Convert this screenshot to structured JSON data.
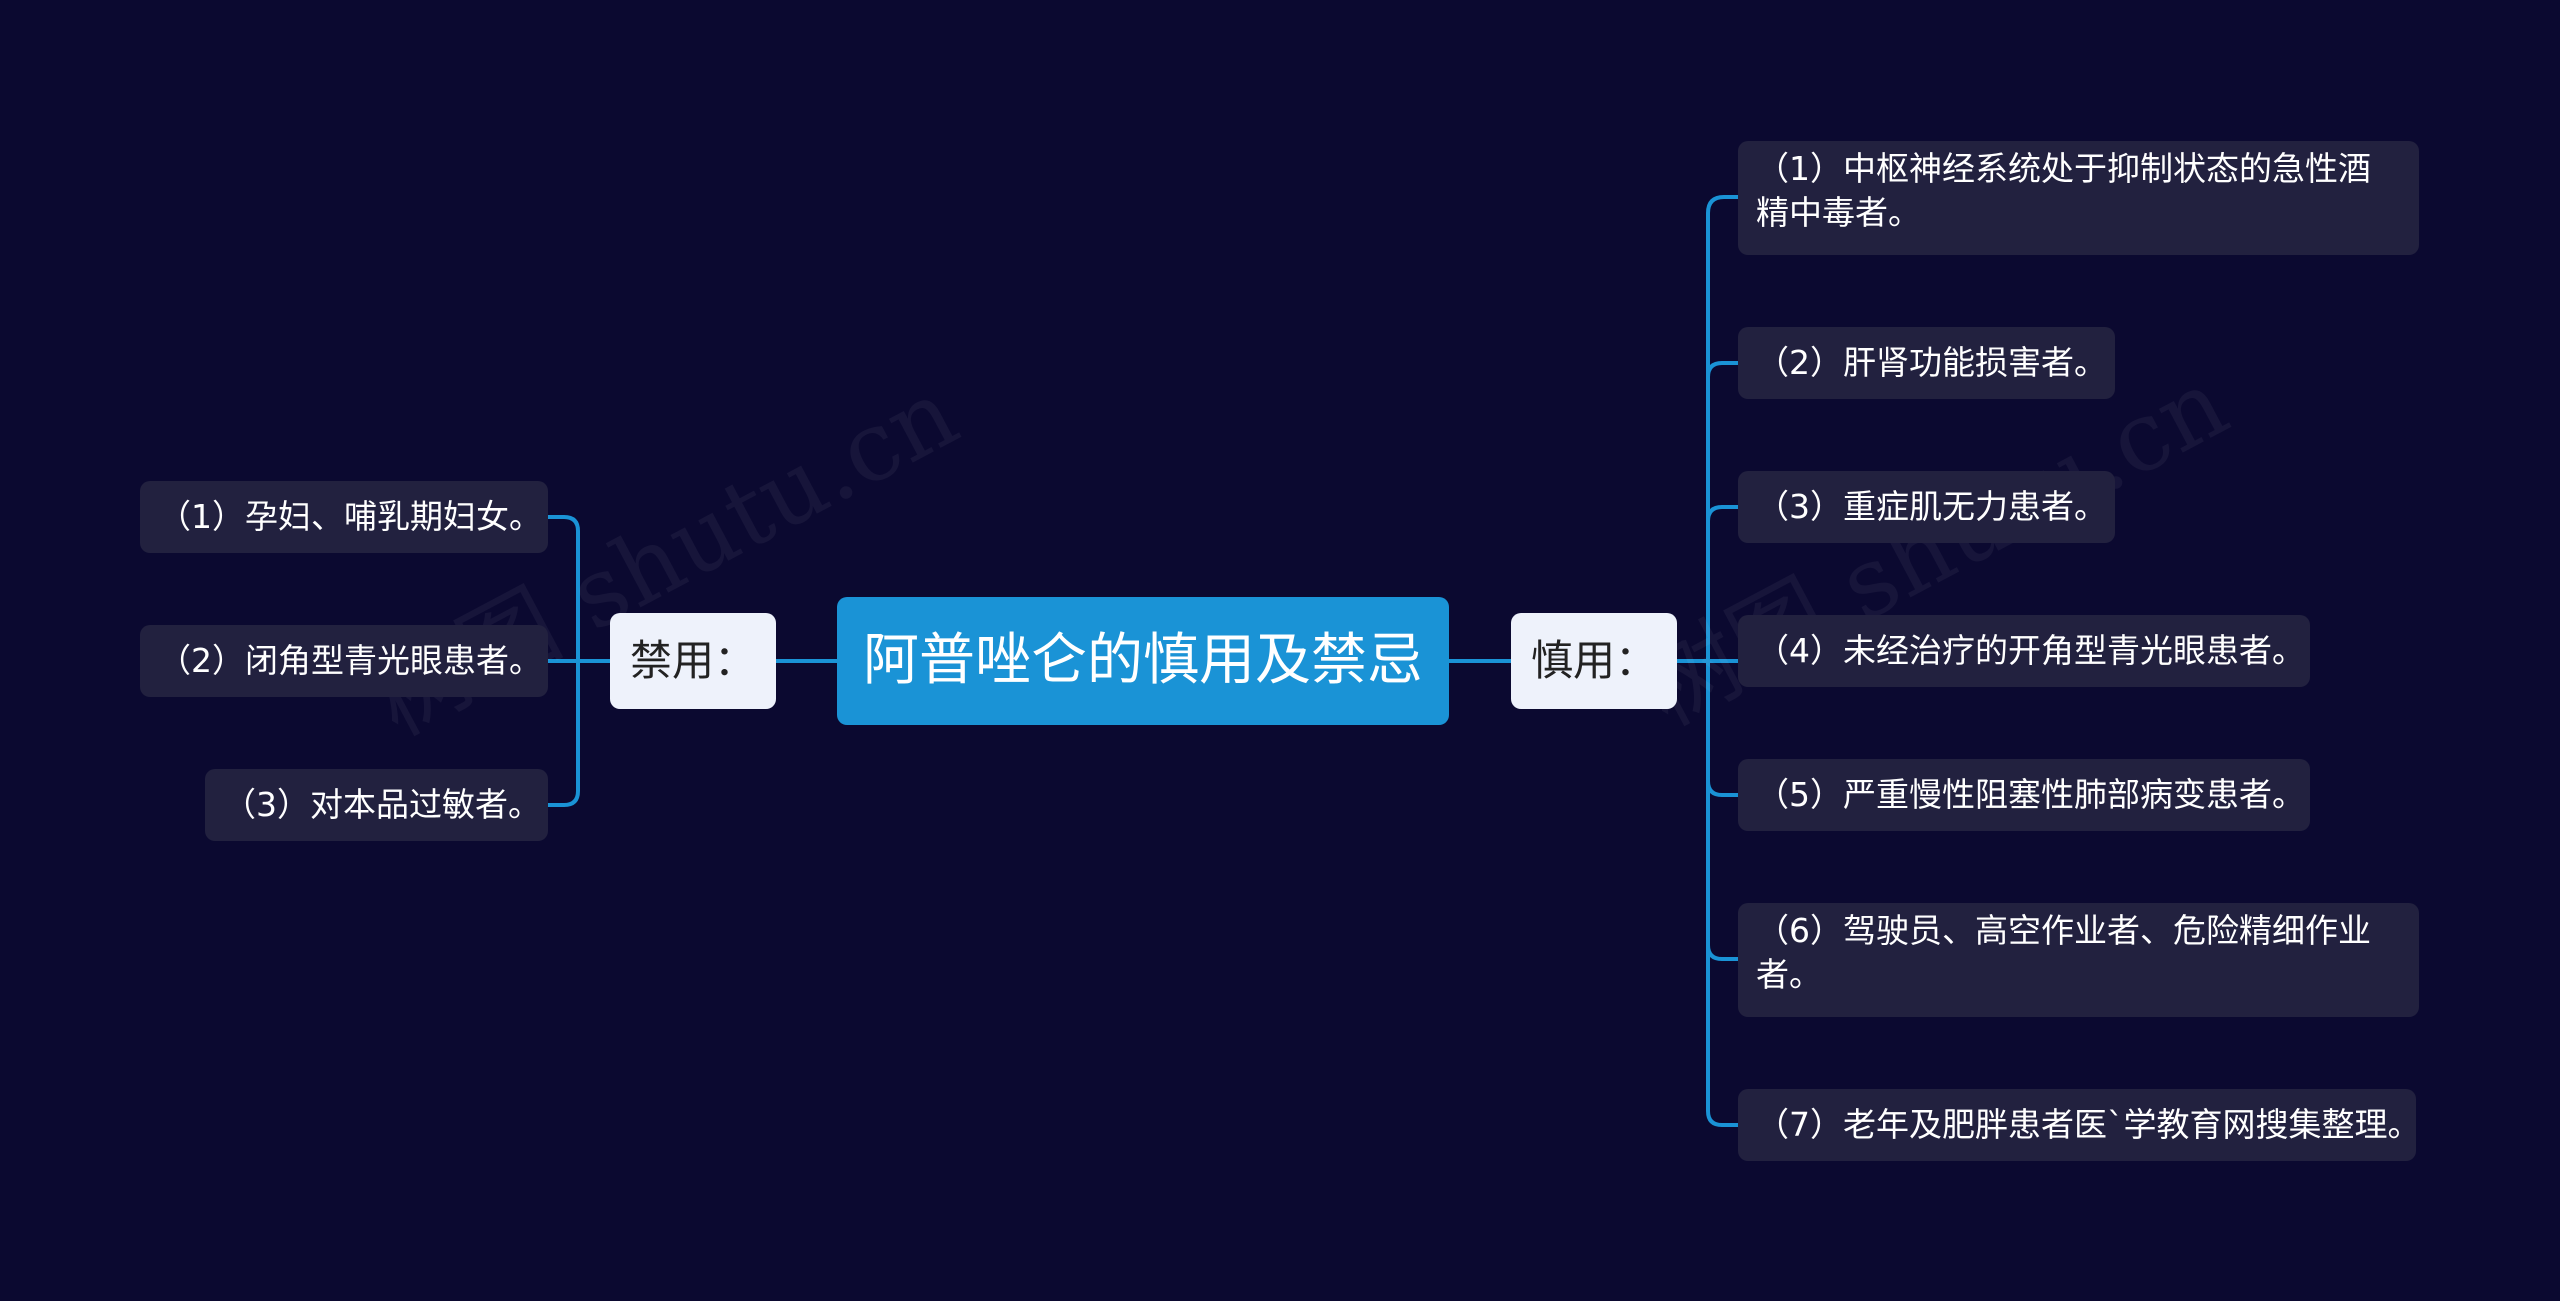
{
  "central": {
    "label": "阿普唑仑的慎用及禁忌"
  },
  "left_branch": {
    "label": "禁用：",
    "items": [
      "（1）孕妇、哺乳期妇女。",
      "（2）闭角型青光眼患者。",
      "（3）对本品过敏者。"
    ]
  },
  "right_branch": {
    "label": "慎用：",
    "items": [
      "（1）中枢神经系统处于抑制状态的急性酒精中毒者。",
      "（2）肝肾功能损害者。",
      "（3）重症肌无力患者。",
      "（4）未经治疗的开角型青光眼患者。",
      "（5）严重慢性阻塞性肺部病变患者。",
      "（6）驾驶员、高空作业者、危险精细作业者。",
      "（7）老年及肥胖患者医`学教育网搜集整理。"
    ]
  },
  "watermarks": [
    "树图 shutu.cn",
    "树图 shutu.cn"
  ],
  "colors": {
    "background": "#0b0930",
    "central": "#1a93d6",
    "branch": "#eef2fb",
    "leaf": "#22213f",
    "connector": "#1a93d6"
  }
}
